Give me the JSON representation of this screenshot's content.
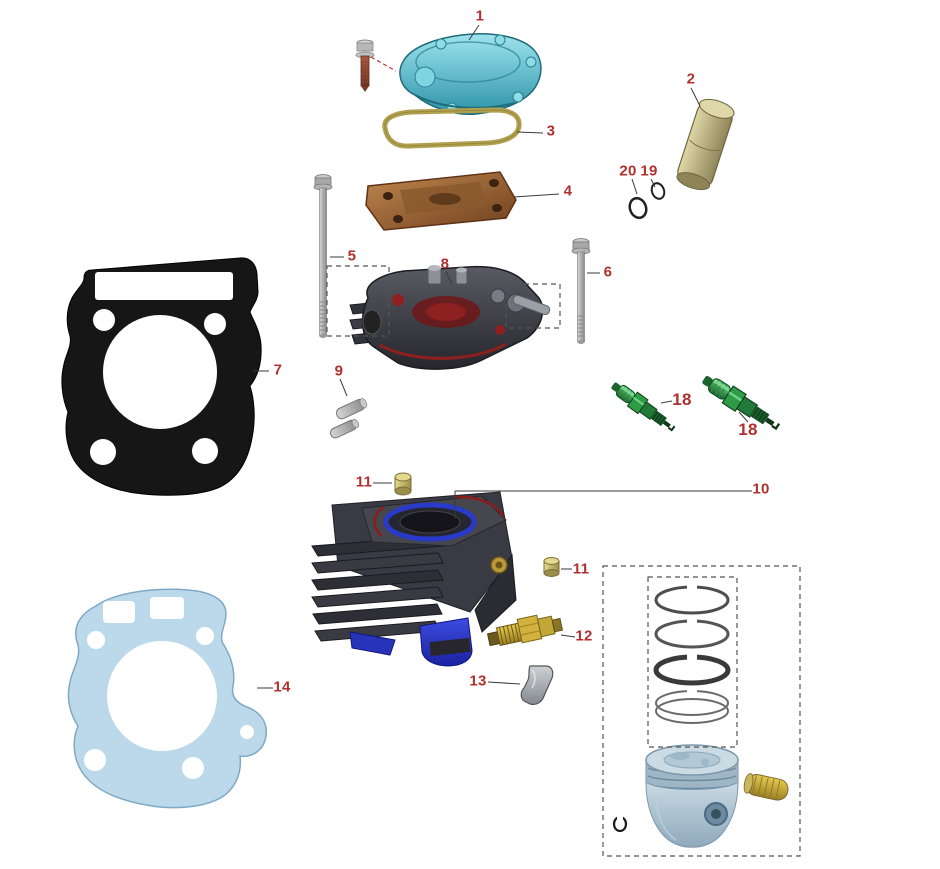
{
  "diagram": {
    "background": "#ffffff",
    "label_color": "#b03030",
    "line_color": "#3a3a3a"
  },
  "callouts": [
    {
      "text": "1"
    },
    {
      "text": "2"
    },
    {
      "text": "3"
    },
    {
      "text": "4"
    },
    {
      "text": "5"
    },
    {
      "text": "6"
    },
    {
      "text": "7"
    },
    {
      "text": "8"
    },
    {
      "text": "9"
    },
    {
      "text": "10"
    },
    {
      "text": "11"
    },
    {
      "text": "11"
    },
    {
      "text": "12"
    },
    {
      "text": "13"
    },
    {
      "text": "14"
    },
    {
      "text": "18"
    },
    {
      "text": "18"
    },
    {
      "text": "19"
    },
    {
      "text": "20"
    }
  ],
  "colors": {
    "valve_cover": "#4fb9cc",
    "cover_gasket": "#b5a24e",
    "breather_plate": "#a9713d",
    "intake_tube": "#cdc391",
    "head_gasket": "#161616",
    "base_gasket": "#bcd9ec",
    "cylinder_body": "#3a3a44",
    "cylinder_blue": "#2a3ac8",
    "spark_plug_green": "#2f9c43",
    "brass_fitting": "#cfae3a",
    "dowel_pin": "#cfc46e",
    "piston": "#a9c0cf",
    "accent_red": "#8e2020"
  }
}
